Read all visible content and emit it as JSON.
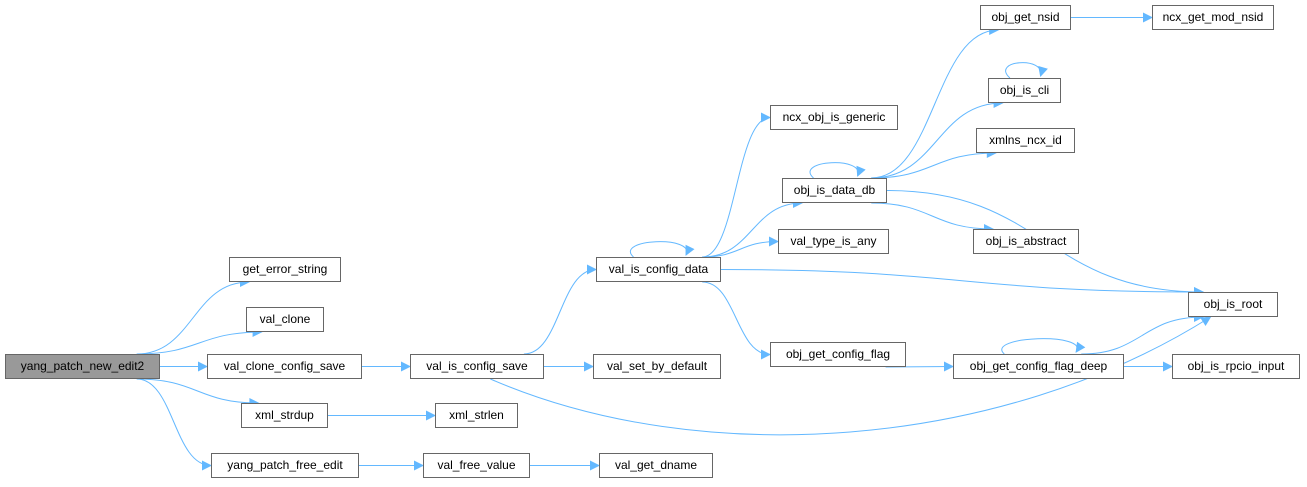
{
  "graph": {
    "root": "yang_patch_new_edit2",
    "edge_color": "#63b8ff",
    "nodes": {
      "yang_patch_new_edit2": "yang_patch_new_edit2",
      "get_error_string": "get_error_string",
      "val_clone": "val_clone",
      "val_clone_config_save": "val_clone_config_save",
      "xml_strdup": "xml_strdup",
      "yang_patch_free_edit": "yang_patch_free_edit",
      "val_is_config_save": "val_is_config_save",
      "xml_strlen": "xml_strlen",
      "val_free_value": "val_free_value",
      "val_get_dname": "val_get_dname",
      "val_set_by_default": "val_set_by_default",
      "val_is_config_data": "val_is_config_data",
      "ncx_obj_is_generic": "ncx_obj_is_generic",
      "obj_is_data_db": "obj_is_data_db",
      "val_type_is_any": "val_type_is_any",
      "obj_get_config_flag": "obj_get_config_flag",
      "obj_get_config_flag_deep": "obj_get_config_flag_deep",
      "obj_get_nsid": "obj_get_nsid",
      "ncx_get_mod_nsid": "ncx_get_mod_nsid",
      "obj_is_cli": "obj_is_cli",
      "xmlns_ncx_id": "xmlns_ncx_id",
      "obj_is_abstract": "obj_is_abstract",
      "obj_is_root": "obj_is_root",
      "obj_is_rpcio_input": "obj_is_rpcio_input"
    },
    "edges": [
      [
        "yang_patch_new_edit2",
        "get_error_string"
      ],
      [
        "yang_patch_new_edit2",
        "val_clone"
      ],
      [
        "yang_patch_new_edit2",
        "val_clone_config_save"
      ],
      [
        "yang_patch_new_edit2",
        "xml_strdup"
      ],
      [
        "yang_patch_new_edit2",
        "yang_patch_free_edit"
      ],
      [
        "val_clone_config_save",
        "val_is_config_save"
      ],
      [
        "xml_strdup",
        "xml_strlen"
      ],
      [
        "yang_patch_free_edit",
        "val_free_value"
      ],
      [
        "val_free_value",
        "val_get_dname"
      ],
      [
        "val_is_config_save",
        "val_is_config_data"
      ],
      [
        "val_is_config_save",
        "val_set_by_default"
      ],
      [
        "val_is_config_save",
        "obj_is_root"
      ],
      [
        "val_is_config_data",
        "val_is_config_data"
      ],
      [
        "val_is_config_data",
        "ncx_obj_is_generic"
      ],
      [
        "val_is_config_data",
        "obj_is_data_db"
      ],
      [
        "val_is_config_data",
        "val_type_is_any"
      ],
      [
        "val_is_config_data",
        "obj_is_root"
      ],
      [
        "val_is_config_data",
        "obj_get_config_flag"
      ],
      [
        "obj_is_data_db",
        "obj_is_data_db"
      ],
      [
        "obj_is_data_db",
        "obj_get_nsid"
      ],
      [
        "obj_is_data_db",
        "obj_is_cli"
      ],
      [
        "obj_is_data_db",
        "xmlns_ncx_id"
      ],
      [
        "obj_is_data_db",
        "obj_is_abstract"
      ],
      [
        "obj_is_data_db",
        "obj_is_root"
      ],
      [
        "obj_get_nsid",
        "ncx_get_mod_nsid"
      ],
      [
        "obj_is_cli",
        "obj_is_cli"
      ],
      [
        "obj_get_config_flag",
        "obj_get_config_flag_deep"
      ],
      [
        "obj_get_config_flag_deep",
        "obj_get_config_flag_deep"
      ],
      [
        "obj_get_config_flag_deep",
        "obj_is_root"
      ],
      [
        "obj_get_config_flag_deep",
        "obj_is_rpcio_input"
      ]
    ]
  }
}
